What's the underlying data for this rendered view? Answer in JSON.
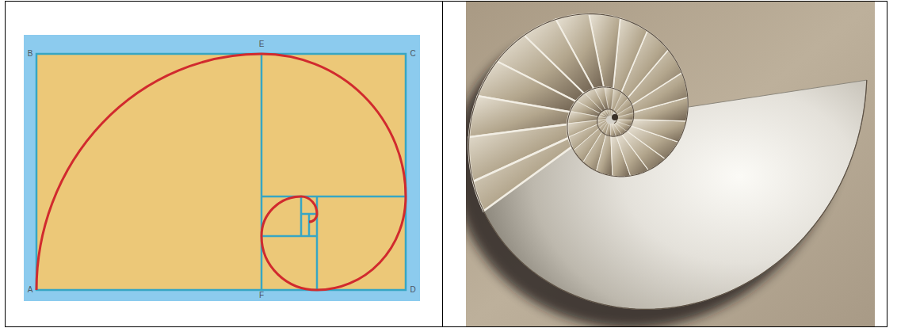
{
  "diagram": {
    "labels": [
      "B",
      "E",
      "C",
      "A",
      "F",
      "D"
    ]
  }
}
